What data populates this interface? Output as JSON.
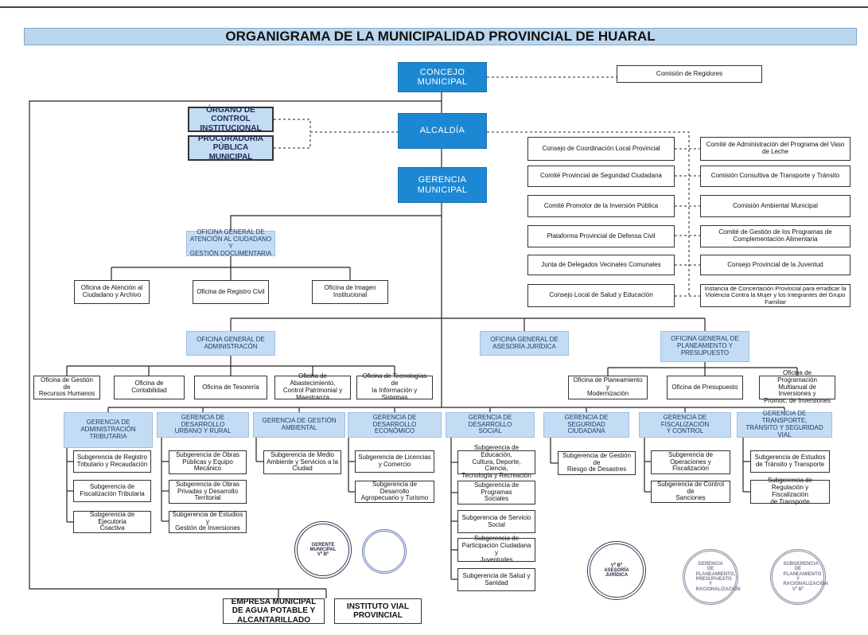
{
  "title": "ORGANIGRAMA DE LA MUNICIPALIDAD PROVINCIAL DE HUARAL",
  "nodes": {
    "concejo": "CONCEJO\nMUNICIPAL",
    "comision_regidores": "Comisión de Regidores",
    "control_institucional": "ÓRGANO DE CONTROL\nINSTITUCIONAL",
    "procuraduria": "PROCURADURIA\nPÚBLICA MUNICIPAL",
    "alcaldia": "ALCALDÍA",
    "gerencia_municipal": "GERENCIA\nMUNICIPAL",
    "consejo_coordinacion": "Consejo de Coordinación  Local Provincial",
    "comite_seguridad": "Comité Provincial de Seguridad Ciudadana",
    "comite_inversion": "Comité Promotor de la Inversión Pública",
    "plataforma_defensa": "Plataforma Provincial de Defensa Civil",
    "junta_delegados": "Junta de Delegados Vecinales Comunales",
    "consejo_salud": "Consejo Local de Salud y Educación",
    "comite_vaso_leche": "Comité de Administración del Programa del Vaso de Leche",
    "comision_transporte": "Comisión Consultiva de Transporte y Tránsito",
    "comision_ambiental": "Comisión Ambiental Municipal",
    "comite_complementacion": "Comité de Gestión de los Programas de Complementación Alimentaria",
    "consejo_juventud": "Consejo Provincial de la Juventud",
    "instancia_concertacion": "Instancia de Concertación Provincial para erradicar la Violencia Contra la Mujer y los Integrantes del Grupo Familiar",
    "og_atencion": "OFICINA GENERAL DE\nATENCIÓN AL CIUDADANO Y\nGESTIÓN DOCUMENTARIA",
    "of_atencion": "Oficina de Atención al\nCiudadano y Archivo",
    "of_registro_civil": "Oficina de Registro Civil",
    "of_imagen": "Oficina de Imagen\nInstitucional",
    "og_administracion": "OFICINA GENERAL DE\nADMINISTRACÓN",
    "og_asesoria": "OFICINA GENERAL DE\nASESORÍA JURÍDICA",
    "og_planeamiento": "OFICINA GENERAL DE\nPLANEAMIENTO Y\nPRESUPUESTO",
    "of_rrhh": "Oficina de Gestión de\nRecursos Humanos",
    "of_contabilidad": "Oficina de Contabilidad",
    "of_tesoreria": "Oficina de Tesorería",
    "of_abastecimiento": "Oficina de Abastecimiento,\nControl Patrimonial y\nMaestranza",
    "of_tecnologias": "Oficina de Tecnologías de\nla Información y Sistemas",
    "of_planeamiento": "Oficina de Planeamiento y\nModernización",
    "of_presupuesto": "Oficina de Presupuesto",
    "of_programacion": "Oficina de Programación\nMultianual de Inversiones y\nPromoc. de Inversiones",
    "g_tributaria": "GERENCIA DE\nADMINISTRACIÓN\nTRIBUTARIA",
    "g_urbano": "GERENCIA DE DESARROLLO\nURBANO Y RURAL",
    "g_ambiental": "GERENCIA DE GESTIÓN\nAMBIENTAL",
    "g_economico": "GERENCIA DE DESARROLLO\nECONÓMICO",
    "g_social": "GERENCIA DE DESARROLLO\nSOCIAL",
    "g_seguridad": "GERENCIA DE SEGURIDAD\nCIUDADANA",
    "g_fiscalizacion": "GERENCIA DE FISCALIZACIÓN\nY CONTROL",
    "g_transporte": "GERENCIA DE TRANSPORTE,\nTRÁNSITO Y SEGURIDAD VIAL",
    "s_registro_tributario": "Subgerencia de Registro\nTributario y Recaudación",
    "s_fiscalizacion_tributaria": "Subgerencia de\nFiscalización Tributaria",
    "s_ejecutoria": "Subgerencia de Ejecutoria\nCoactiva",
    "s_obras_publicas": "Subgerencia de Obras\nPúblicas y Equipo\nMecánico",
    "s_obras_privadas": "Subgerencia de Obras\nPrivadas y Desarrollo\nTerritorial",
    "s_estudios_inversiones": "Subgerencia de Estudios y\nGestión de Inversiones",
    "s_medio_ambiente": "Subgerencia de Medio\nAmbiente y Servicios a la\nCiudad",
    "s_licencias": "Subgerencia de Licencias\ny Comercio",
    "s_agropecuario": "Subgerencia de Desarrollo\nAgropecuario y Turismo",
    "s_educacion": "Subgerencia de Educación,\nCultura, Deporte, Ciencia,\nTecnología y Recreación",
    "s_programas_sociales": "Subgerencia de Programas\nSociales",
    "s_servicio_social": "Subgerencia de Servicio\nSocial",
    "s_participacion": "Subgerencia de\nParticipación Ciudadana y\nJuventudes",
    "s_salud": "Subgerencia de Salud y\nSanidad",
    "s_riesgo": "Subgerencia de Gestión de\nRiesgo de Desastres",
    "s_operaciones": "Subgerencia de\nOperaciones y\nFiscalización",
    "s_control_sanciones": "Subgerencia de Control de\nSanciones",
    "s_estudios_transito": "Subgerencia de Estudios\nde Tránsito y Transporte",
    "s_regulacion": "Subgerencia de\nRegulación y Fiscalización\nde Transporte",
    "empresa_agua": "EMPRESA MUNICIPAL\nDE AGUA POTABLE Y\nALCANTARILLADO",
    "instituto_vial": "INSTITUTO VIAL\nPROVINCIAL"
  },
  "seals": {
    "gerente_municipal": "GERENTE MUNICIPAL Vº Bº",
    "asesoria_juridica": "Vº Bº ASESORÍA JURÍDICA",
    "planeamiento": "GERENCIA DE PLANEAMIENTO, PRESUPUESTO Y RACIONALIZACIÓN",
    "racionalizacion": "SUBGERENCIA DE PLANEAMIENTO Y RACIONALIZACIÓN Vº Bº"
  }
}
